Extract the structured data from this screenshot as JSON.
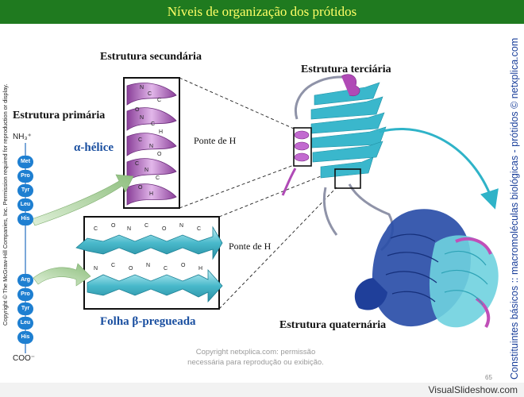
{
  "header": {
    "title": "Níveis de organização dos prótidos"
  },
  "labels": {
    "secondary": "Estrutura secundária",
    "primary": "Estrutura primária",
    "tertiary": "Estrutura terciária",
    "quaternary": "Estrutura quaternária",
    "alpha_helix": "α-hélice",
    "beta_sheet": "Folha β-pregueada",
    "h_bond_helix": "Ponte de H",
    "h_bond_sheet": "Ponte de H"
  },
  "primary_chain": {
    "n_terminus": "NH₃⁺",
    "c_terminus": "COO⁻",
    "residues_top": [
      "Met",
      "Pro",
      "Tyr",
      "Leu",
      "His"
    ],
    "residues_bottom": [
      "Arg",
      "Pro",
      "Tyr",
      "Leu",
      "His"
    ]
  },
  "side_texts": {
    "left_copyright": "Copyright © The McGraw-Hill Companies, Inc. Permission required for reproduction or display.",
    "right_site": "Constituintes básicos :: macromoléculas biológicas - prótidos © netxplica.com"
  },
  "footer": {
    "copyright_line1": "Copyright netxplica.com: permissão",
    "copyright_line2": "necessária para reprodução ou exibição.",
    "page_number": "65",
    "watermark": "VisualSlideshow.com"
  },
  "colors": {
    "title_bar": "#1f7a1f",
    "title_text": "#ffff66",
    "helix": "#b77ac4",
    "sheet": "#47b8c8",
    "residue": "#1e7fd1",
    "quat_dark": "#1f3f9a"
  }
}
